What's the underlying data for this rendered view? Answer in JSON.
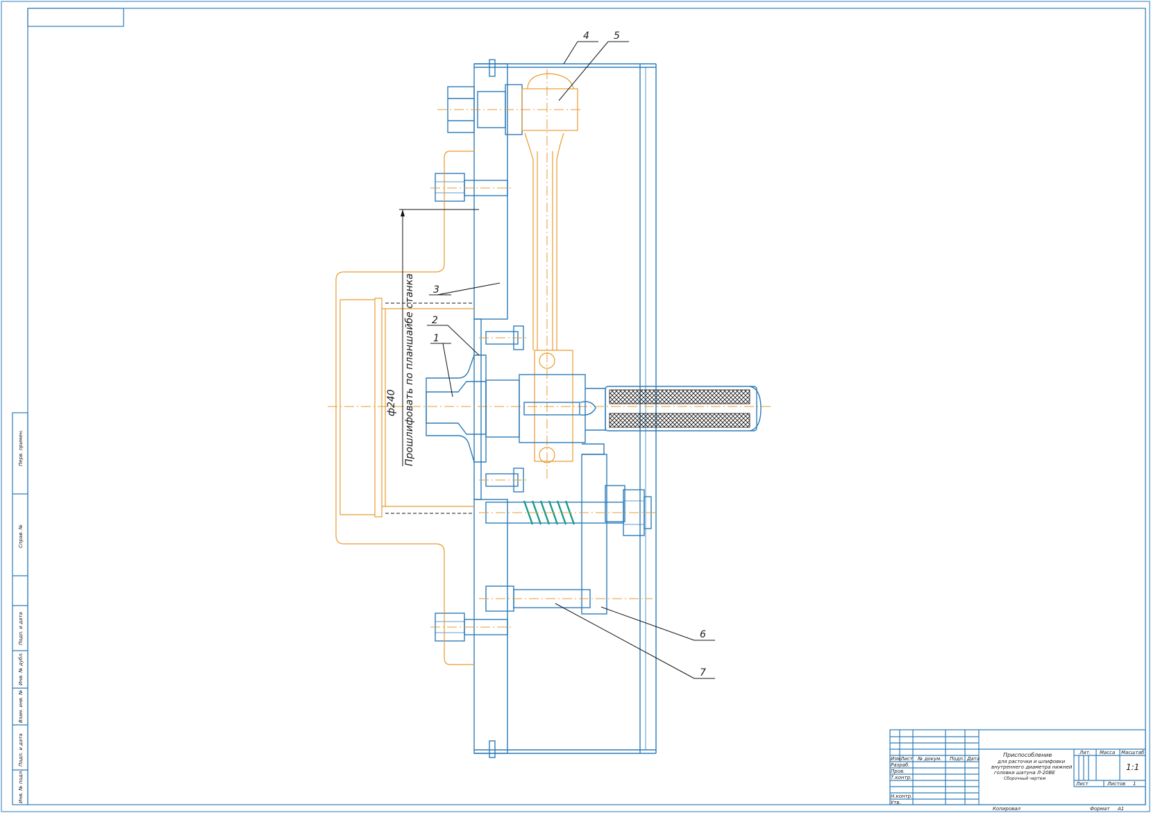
{
  "drawing": {
    "callouts": [
      "1",
      "2",
      "3",
      "4",
      "5",
      "6",
      "7"
    ],
    "dimension": {
      "diameter": "ф240",
      "note": "Прошлифовать по планшайбе станка"
    }
  },
  "side_stamp": {
    "fields": [
      "Перв. примен.",
      "Справ. №",
      "Подп. и дата",
      "Инв. № дубл.",
      "Взам. инв. №",
      "Подп. и дата",
      "Инв. № подл."
    ]
  },
  "title_block": {
    "title_line1": "Приспособление",
    "title_line2": "для расточки и шлифовки",
    "title_line3": "внутреннего диаметра нижней",
    "title_line4": "головки шатуна Л-20ВЕ",
    "doc_type": "Сборочный чертеж",
    "rev_header": [
      "Изм.",
      "Лист",
      "№ докум.",
      "Подп.",
      "Дата"
    ],
    "roles": [
      "Разраб.",
      "Пров.",
      "Т.контр.",
      "",
      "Н.контр.",
      "Утв."
    ],
    "lit_label": "Лит.",
    "mass_label": "Масса",
    "scale_label": "Масштаб",
    "scale_value": "1:1",
    "sheet_label": "Лист",
    "sheets_label": "Листов",
    "sheets_value": "1",
    "copied": "Копировал",
    "format": "Формат",
    "format_value": "А1"
  },
  "colors": {
    "section_lines": "#2a7ab8",
    "reference_lines": "#e89a2e",
    "spring": "#1a9a8a",
    "text": "#1a1a1a"
  }
}
